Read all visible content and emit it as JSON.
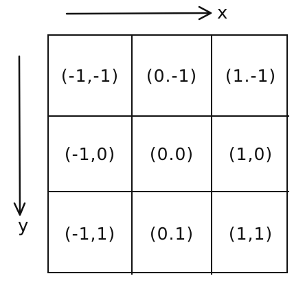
{
  "axes": {
    "x_label": "x",
    "y_label": "y"
  },
  "grid": {
    "rows": [
      {
        "cells": [
          "(-1,-1)",
          "(0.-1)",
          "(1.-1)"
        ]
      },
      {
        "cells": [
          "(-1,0)",
          "(0.0)",
          "(1,0)"
        ]
      },
      {
        "cells": [
          "(-1,1)",
          "(0.1)",
          "(1,1)"
        ]
      }
    ]
  }
}
